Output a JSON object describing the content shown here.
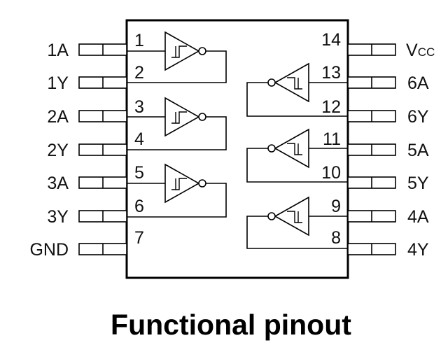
{
  "diagram": {
    "caption": "Functional pinout",
    "left_pins": [
      {
        "number": "1",
        "label": "1A"
      },
      {
        "number": "2",
        "label": "1Y"
      },
      {
        "number": "3",
        "label": "2A"
      },
      {
        "number": "4",
        "label": "2Y"
      },
      {
        "number": "5",
        "label": "3A"
      },
      {
        "number": "6",
        "label": "3Y"
      },
      {
        "number": "7",
        "label": "GND"
      }
    ],
    "right_pins": [
      {
        "number": "14",
        "label_main": "V",
        "label_sub": "CC"
      },
      {
        "number": "13",
        "label": "6A"
      },
      {
        "number": "12",
        "label": "6Y"
      },
      {
        "number": "11",
        "label": "5A"
      },
      {
        "number": "10",
        "label": "5Y"
      },
      {
        "number": "9",
        "label": "4A"
      },
      {
        "number": "8",
        "label": "4Y"
      }
    ],
    "gate_icon": "schmitt-trigger-inverter-icon",
    "colors": {
      "line": "#000000",
      "text": "#111111"
    }
  }
}
